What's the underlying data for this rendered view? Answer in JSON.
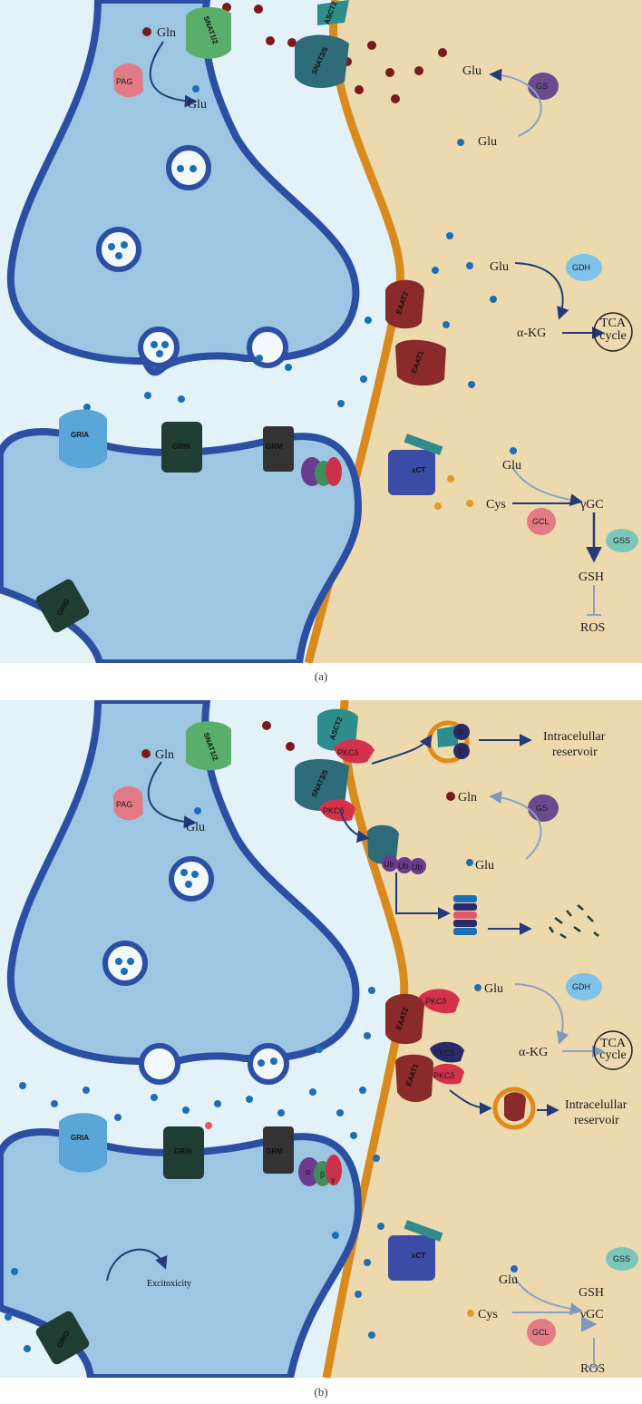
{
  "panel_a": {
    "caption": "(a)",
    "labels": {
      "gln_pre": "Gln",
      "glu_pre": "Glu",
      "pag": "PAG",
      "snat12": "SNAT1/2",
      "asct2": "ASCT2",
      "snat35": "SNAT3/5",
      "glu_gs_top": "Glu",
      "glu_gs_bottom": "Glu",
      "gs": "GS",
      "glu_gdh": "Glu",
      "gdh": "GDH",
      "akg": "α-KG",
      "tca": "TCA\ncycle",
      "eaat2": "EAAT2",
      "eaat1": "EAAT1",
      "gria": "GRIA",
      "grin": "GRIN",
      "grm": "GRM",
      "xct": "xCT",
      "grid": "GRID",
      "glu_gsh": "Glu",
      "cys": "Cys",
      "ygc": "γGC",
      "gcl": "GCL",
      "gss": "GSS",
      "gsh": "GSH",
      "ros": "ROS"
    }
  },
  "panel_b": {
    "caption": "(b)",
    "labels": {
      "gln_pre": "Gln",
      "glu_pre": "Glu",
      "pag": "PAG",
      "snat12": "SNAT1/2",
      "asct2": "ASCT2",
      "snat35": "SNAT3/5",
      "pkcd_1": "PKCδ",
      "pkcd_2": "PKCδ",
      "pkcd_3": "PKCδ",
      "pkcd_4": "PKCδ",
      "pkcd_5": "PKCδ",
      "p1": "P",
      "p2": "P",
      "reservoir_top": "Intracelullar\nreservoir",
      "gln_gs": "Gln",
      "glu_gs": "Glu",
      "gs": "GS",
      "ub1": "Ub",
      "ub2": "Ub",
      "ub3": "Ub",
      "glu_gdh": "Glu",
      "gdh": "GDH",
      "akg": "α-KG",
      "tca": "TCA\ncycle",
      "eaat2": "EAAT2",
      "eaat1": "EAAT1",
      "reservoir_mid": "Intracelullar\nreservoir",
      "gria": "GRIA",
      "grin": "GRIN",
      "grm": "GRM",
      "xct": "xCT",
      "grid": "GRID",
      "alpha": "α",
      "beta": "β",
      "gamma": "γ",
      "excitoxicity": "Excitoxicity",
      "glu_gsh": "Glu",
      "cys": "Cys",
      "ygc": "γGC",
      "gcl": "GCL",
      "gss": "GSS",
      "gsh": "GSH",
      "ros": "ROS"
    }
  },
  "colors": {
    "extracellular": "#e3f1f8",
    "neuron": "#9cc6e2",
    "neuron_border": "#2b50a3",
    "astrocyte": "#ecd9ae",
    "astro_membrane": "#d98a1c",
    "glutamate": "#1c6fb5",
    "glutamine": "#7a1a1a",
    "cysteine": "#e09a25",
    "arrow": "#233b7a",
    "arrow_light": "#8aa3c4"
  }
}
